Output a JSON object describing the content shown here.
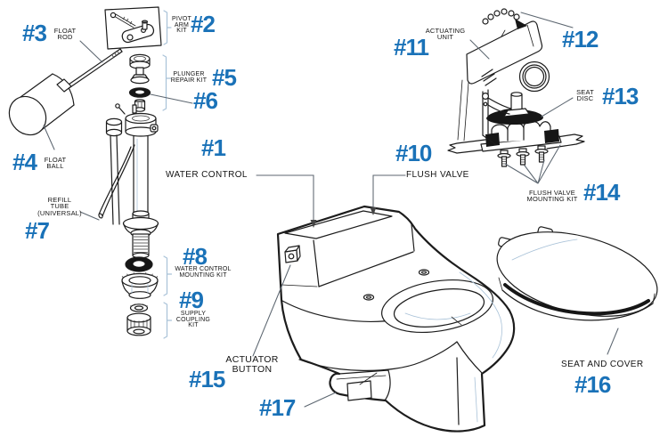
{
  "palette": {
    "number_color": "#1a72b8",
    "line_color": "#1c1c1c",
    "accent_line_color": "#a9c2d8",
    "leader_color": "#5c6670",
    "black_fill": "#161616",
    "background": "#ffffff"
  },
  "parts": {
    "p1": {
      "number": "#1",
      "lines": [
        "WATER CONTROL"
      ]
    },
    "p2": {
      "number": "#2",
      "lines": [
        "PIVOT",
        "ARM",
        "KIT"
      ]
    },
    "p3": {
      "number": "#3",
      "lines": [
        "FLOAT",
        "ROD"
      ]
    },
    "p4": {
      "number": "#4",
      "lines": [
        "FLOAT",
        "BALL"
      ]
    },
    "p5": {
      "number": "#5",
      "lines": [
        "PLUNGER",
        "REPAIR KIT"
      ]
    },
    "p6": {
      "number": "#6",
      "lines": []
    },
    "p7": {
      "number": "#7",
      "lines": [
        "REFILL",
        "TUBE",
        "(UNIVERSAL)"
      ]
    },
    "p8": {
      "number": "#8",
      "lines": [
        "WATER CONTROL",
        "MOUNTING KIT"
      ]
    },
    "p9": {
      "number": "#9",
      "lines": [
        "SUPPLY",
        "COUPLING",
        "KIT"
      ]
    },
    "p10": {
      "number": "#10",
      "lines": [
        "FLUSH VALVE"
      ]
    },
    "p11": {
      "number": "#11",
      "lines": [
        "ACTUATING",
        "UNIT"
      ]
    },
    "p12": {
      "number": "#12",
      "lines": []
    },
    "p13": {
      "number": "#13",
      "lines": [
        "SEAT",
        "DISC"
      ]
    },
    "p14": {
      "number": "#14",
      "lines": [
        "FLUSH VALVE",
        "MOUNTING KIT"
      ]
    },
    "p15": {
      "number": "#15",
      "lines": [
        "ACTUATOR",
        "BUTTON"
      ]
    },
    "p16": {
      "number": "#16",
      "lines": [
        "SEAT AND COVER"
      ]
    },
    "p17": {
      "number": "#17",
      "lines": []
    }
  }
}
